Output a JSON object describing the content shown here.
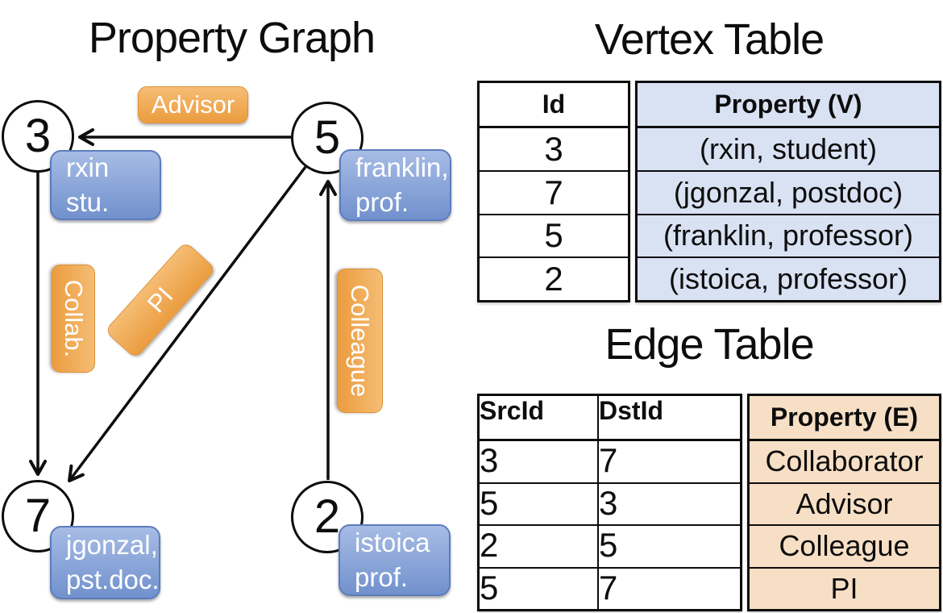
{
  "graph": {
    "title": "Property Graph",
    "nodes": [
      {
        "id": "3",
        "property_line1": "rxin",
        "property_line2": "stu."
      },
      {
        "id": "5",
        "property_line1": "franklin,",
        "property_line2": "prof."
      },
      {
        "id": "7",
        "property_line1": "jgonzal,",
        "property_line2": "pst.doc."
      },
      {
        "id": "2",
        "property_line1": "istoica",
        "property_line2": "prof."
      }
    ],
    "edge_labels": [
      "Advisor",
      "Collab.",
      "PI",
      "Colleague"
    ]
  },
  "vertex_table": {
    "title": "Vertex Table",
    "columns": [
      "Id",
      "Property (V)"
    ],
    "rows": [
      [
        "3",
        "(rxin, student)"
      ],
      [
        "7",
        "(jgonzal, postdoc)"
      ],
      [
        "5",
        "(franklin, professor)"
      ],
      [
        "2",
        "(istoica, professor)"
      ]
    ]
  },
  "edge_table": {
    "title": "Edge Table",
    "columns": [
      "SrcId",
      "DstId",
      "Property (E)"
    ],
    "rows": [
      [
        "3",
        "7",
        "Collaborator"
      ],
      [
        "5",
        "3",
        "Advisor"
      ],
      [
        "2",
        "5",
        "Colleague"
      ],
      [
        "5",
        "7",
        "PI"
      ]
    ]
  },
  "colors": {
    "ink": "#0d0d0d",
    "orange_top": "#f5bd74",
    "orange_bottom": "#eb9c3f",
    "orange_border": "#dd9138",
    "blue_top": "#a7bce5",
    "blue_bottom": "#7191cd",
    "blue_border": "#5d7cbe",
    "vertex_fill": "#d9e2f3",
    "edge_fill": "#f7dfc5",
    "label_text": "#ffffff"
  }
}
